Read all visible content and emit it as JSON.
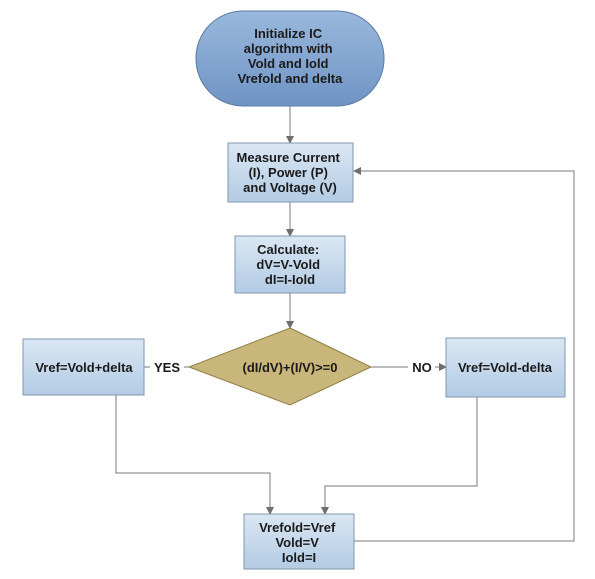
{
  "nodes": {
    "start": {
      "shape": "terminator",
      "lines": [
        "Initialize IC",
        "algorithm with",
        "Vold and Iold",
        "Vrefold and delta"
      ]
    },
    "measure": {
      "shape": "process",
      "lines": [
        "Measure Current",
        "(I), Power (P)",
        "and Voltage (V)"
      ]
    },
    "calculate": {
      "shape": "process",
      "lines": [
        "Calculate:",
        "dV=V-Vold",
        "dI=I-Iold"
      ]
    },
    "decision": {
      "shape": "decision",
      "lines": [
        "(dI/dV)+(I/V)>=0"
      ]
    },
    "increase": {
      "shape": "process",
      "lines": [
        "Vref=Vold+delta"
      ]
    },
    "decrease": {
      "shape": "process",
      "lines": [
        "Vref=Vold-delta"
      ]
    },
    "update": {
      "shape": "process",
      "lines": [
        "Vrefold=Vref",
        "Vold=V",
        "Iold=I"
      ]
    }
  },
  "edges": {
    "yes_label": "YES",
    "no_label": "NO"
  },
  "colors": {
    "terminator_fill_top": "#9ab8dc",
    "terminator_fill_bottom": "#6f94c4",
    "terminator_stroke": "#5a7aa3",
    "process_fill_top": "#dae7f4",
    "process_fill_bottom": "#b3cbe4",
    "process_stroke": "#7f97ad",
    "decision_fill": "#c8b67a",
    "decision_stroke": "#8f7f48",
    "connector": "#7a7a7a"
  }
}
